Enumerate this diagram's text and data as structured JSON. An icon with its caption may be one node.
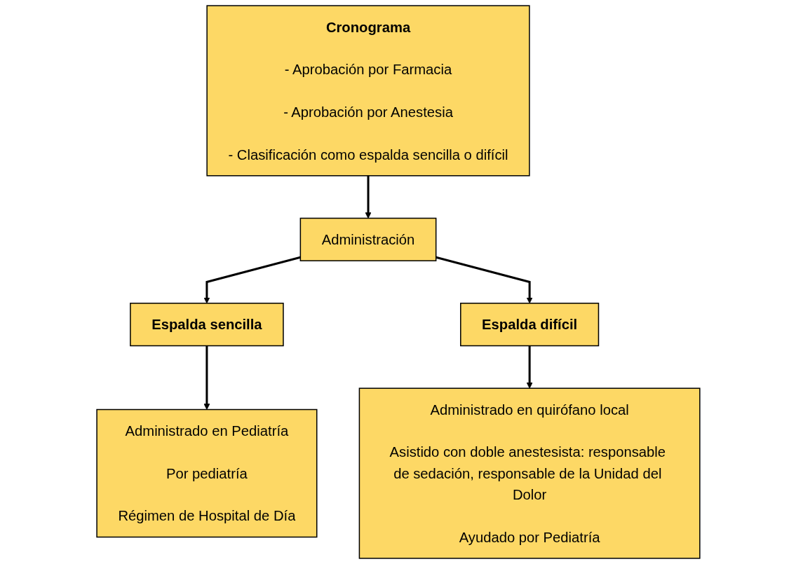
{
  "diagram": {
    "nodes": [
      {
        "text": [
          "Cronograma",
          "- Aprobación por Farmacia",
          "- Aprobación por Anestesia",
          "- Clasificación como espalda sencilla o difícil"
        ]
      },
      {
        "text": [
          "Administración"
        ]
      },
      {
        "text": [
          "Espalda sencilla"
        ]
      },
      {
        "text": [
          "Espalda difícil"
        ]
      },
      {
        "text": [
          "Administrado en Pediatría",
          "Por pediatría",
          "Régimen de Hospital de Día"
        ]
      },
      {
        "text": [
          "Administrado en quirófano local",
          "Asistido con doble anestesista: responsable de sedación, responsable de la Unidad del Dolor",
          "Ayudado por Pediatría"
        ]
      }
    ],
    "edges": [
      {
        "from": 0,
        "to": 1,
        "arrow": "to"
      },
      {
        "from": 1,
        "to": 2,
        "arrow": "to"
      },
      {
        "from": 1,
        "to": 3,
        "arrow": "to"
      },
      {
        "from": 2,
        "to": 4,
        "arrow": "to"
      },
      {
        "from": 3,
        "to": 5,
        "arrow": "to"
      }
    ]
  }
}
